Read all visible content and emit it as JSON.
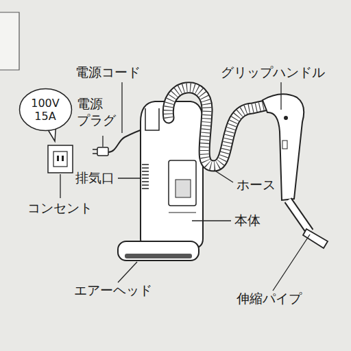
{
  "diagram": {
    "nodes": [
      {
        "text": [
          "100V 15A"
        ]
      }
    ],
    "labels": [
      "電源コード",
      "グリップハンドル",
      "電源 プラグ",
      "排気口",
      "ホース",
      "本体",
      "コンセント",
      "エアーヘッド",
      "伸縮パイプ"
    ]
  }
}
